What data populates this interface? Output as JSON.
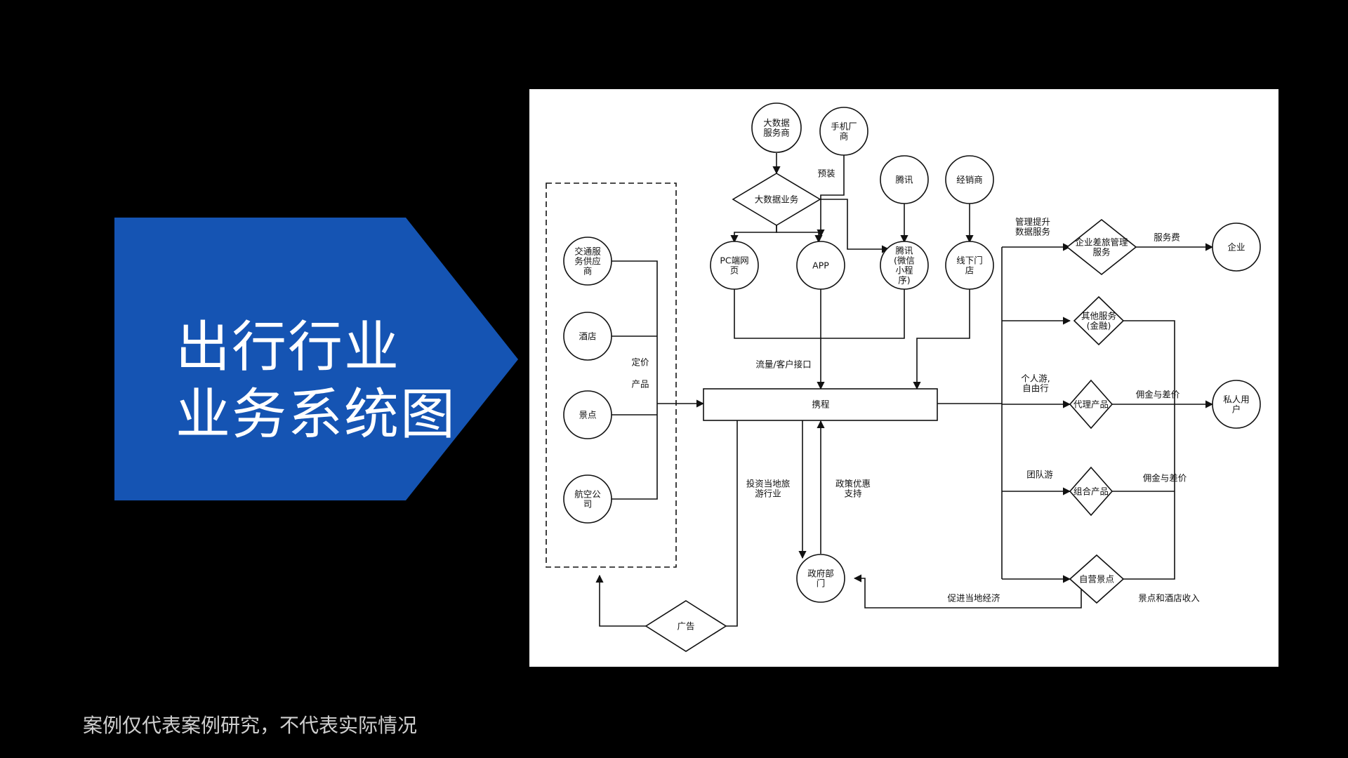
{
  "slide": {
    "title_line1": "出行行业",
    "title_line2": "业务系统图",
    "footnote": "案例仅代表案例研究，不代表实际情况",
    "banner_color": "#1554b3"
  },
  "diagram": {
    "nodes": {
      "bigdata_vendor": [
        "大数据",
        "服务商"
      ],
      "phone_maker": [
        "手机厂",
        "商"
      ],
      "bigdata_business": [
        "大数据业务"
      ],
      "tencent": [
        "腾讯"
      ],
      "distributor": [
        "经销商"
      ],
      "pc_web": [
        "PC端网",
        "页"
      ],
      "app": [
        "APP"
      ],
      "tencent_miniprogram": [
        "腾讯",
        "(微信",
        "小程",
        "序)"
      ],
      "offline_store": [
        "线下门",
        "店"
      ],
      "transport_supplier": [
        "交通服",
        "务供应",
        "商"
      ],
      "hotel": [
        "酒店"
      ],
      "scenic_spot": [
        "景点"
      ],
      "airline": [
        "航空公",
        "司"
      ],
      "ctrip": [
        "携程"
      ],
      "government": [
        "政府部",
        "门"
      ],
      "advertising": [
        "广告"
      ],
      "corporate_travel": [
        "企业差旅管理",
        "服务"
      ],
      "other_services": [
        "其他服务",
        "(金融)"
      ],
      "agency_products": [
        "代理产品"
      ],
      "combo_products": [
        "组合产品"
      ],
      "own_scenic": [
        "自营景点"
      ],
      "enterprise": [
        "企业"
      ],
      "private_user": [
        "私人用",
        "户"
      ]
    },
    "edge_labels": {
      "preinstall": [
        "预装"
      ],
      "traffic": [
        "流量/客户接口"
      ],
      "pricing": [
        "定价"
      ],
      "products": [
        "产品"
      ],
      "invest": [
        "投资当地旅",
        "游行业"
      ],
      "policy": [
        "政策优惠",
        "支持"
      ],
      "mgmt_data": [
        "管理提升",
        "数据服务"
      ],
      "service_fee": [
        "服务费"
      ],
      "individual": [
        "个人游,",
        "自由行"
      ],
      "commission1": [
        "佣金与差价"
      ],
      "group_tour": [
        "团队游"
      ],
      "commission2": [
        "佣金与差价"
      ],
      "local_economy": [
        "促进当地经济"
      ],
      "scenic_hotel_income": [
        "景点和酒店收入"
      ]
    }
  }
}
